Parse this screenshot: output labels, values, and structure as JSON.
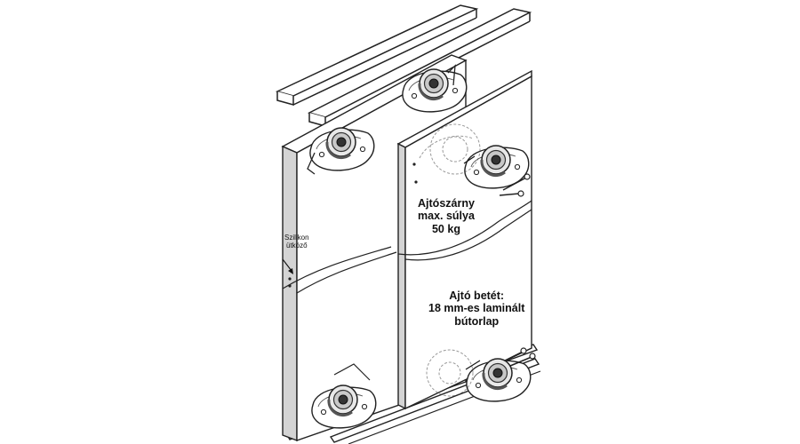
{
  "labels": {
    "silicone_stopper": [
      "Szilikon",
      "ütköző"
    ],
    "max_weight": [
      "Ajtószárny",
      "max. súlya",
      "50 kg"
    ],
    "door_insert": [
      "Ajtó betét:",
      "18 mm-es laminált",
      "bútorlap"
    ]
  },
  "parts": {
    "top_rail": "top-rail-icon",
    "bottom_rail": "bottom-rail-icon",
    "roller": "roller-wheel-icon",
    "mounting_plate": "mounting-plate-icon",
    "screw": "screw-icon"
  },
  "colors": {
    "line": "#222222",
    "panel_fill": "#ffffff",
    "shade": "#b8b8b8",
    "dark": "#555555"
  }
}
